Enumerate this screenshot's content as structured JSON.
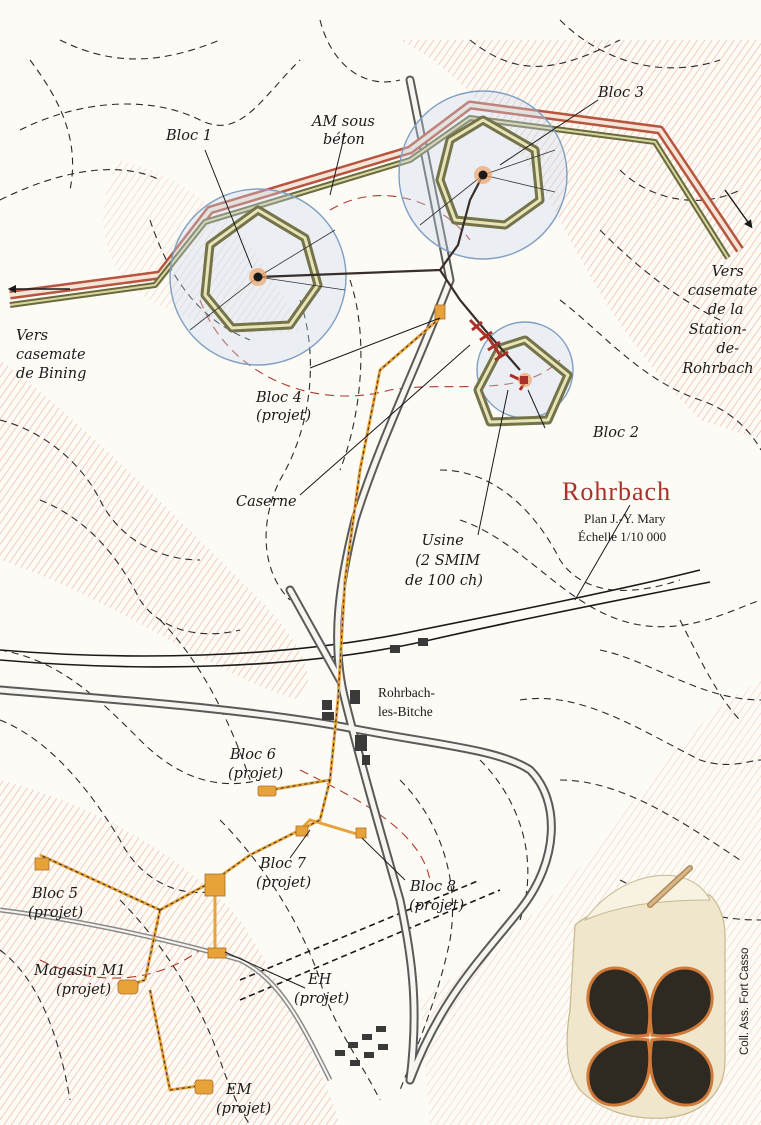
{
  "map": {
    "title": "Rohrbach",
    "plan_credit": "Plan J.-Y. Mary",
    "scale": "Échelle 1/10 000",
    "town": [
      "Rohrbach-",
      "les-Bitche"
    ],
    "collection_credit": "Coll. Ass. Fort Casso"
  },
  "labels": {
    "bloc1": "Bloc 1",
    "am_sous_beton": [
      "AM sous",
      "béton"
    ],
    "bloc3": "Bloc 3",
    "vers_station": [
      "Vers",
      "casemate",
      "de la",
      "Station-",
      "de-",
      "Rohrbach"
    ],
    "vers_bining": [
      "Vers",
      "casemate",
      "de Bining"
    ],
    "bloc4": [
      "Bloc 4",
      "(projet)"
    ],
    "bloc2": "Bloc 2",
    "caserne": "Caserne",
    "usine": [
      "Usine",
      "(2 SMIM",
      "de 100 ch)"
    ],
    "bloc6": [
      "Bloc 6",
      "(projet)"
    ],
    "bloc7": [
      "Bloc 7",
      "(projet)"
    ],
    "bloc8": [
      "Bloc 8",
      "(projet)"
    ],
    "bloc5": [
      "Bloc 5",
      "(projet)"
    ],
    "magasin": [
      "Magasin M1",
      "(projet)"
    ],
    "eh": [
      "EH",
      "(projet)"
    ],
    "em": [
      "EM",
      "(projet)"
    ]
  },
  "colors": {
    "title": "#a8322a",
    "antitank_red": "#b7553f",
    "antitank_olive": "#6b6a3a",
    "block_outline": "#74734a",
    "range_circle": "#9db8d6",
    "projet_orange": "#e8a23a",
    "relief_pink": "#f0b9a4",
    "contour": "#2a2a2a"
  },
  "icons": {
    "emblem": "four-leaf-clover-emblem",
    "arrow": "direction-arrow"
  }
}
